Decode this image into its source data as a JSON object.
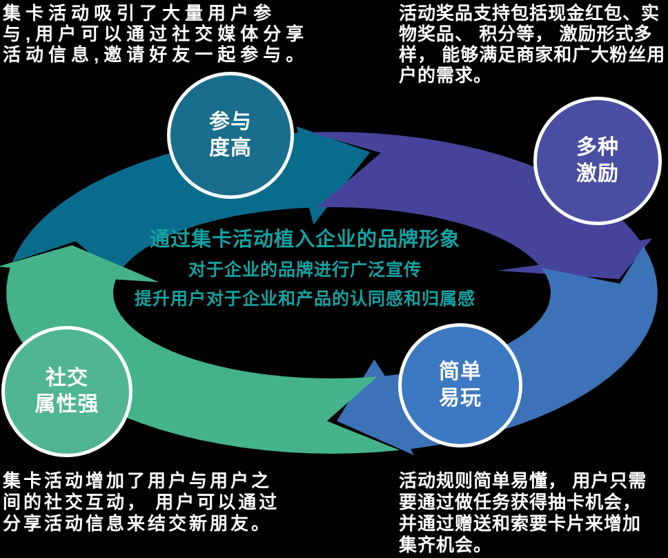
{
  "background_color": "#000000",
  "captions": {
    "top_left": "集卡活动吸引了大量用户参\n与,用户可以通过社交媒体分享\n活动信息,邀请好友一起参与。",
    "top_right": "活动奖品支持包括现金红包、实\n物奖品、 积分等， 激励形式多\n样， 能够满足商家和广大粉丝用\n户的需求。",
    "bottom_left": "集卡活动增加了用户与用户之\n间的社交互动， 用户可以通过\n分享活动信息来结交新朋友。",
    "bottom_right": "活动规则简单易懂， 用户只需\n要通过做任务获得抽卡机会，\n并通过赠送和索要卡片来增加\n集齐机会。"
  },
  "center": {
    "title": "通过集卡活动植入企业的品牌形象",
    "line2": "对于企业的品牌进行广泛宣传",
    "line3": "提升用户对于企业和产品的认同感和归属感",
    "text_color": "#14a2a2"
  },
  "cycle": {
    "direction": "clockwise",
    "segments": [
      {
        "id": "high-participation",
        "label": "参与\n度高",
        "arc_color": "#0a6c8d",
        "circle_color": "#186e8c"
      },
      {
        "id": "multiple-incentives",
        "label": "多种\n激励",
        "arc_color": "#45449a",
        "circle_color": "#4a4ea3"
      },
      {
        "id": "easy-to-play",
        "label": "简单\n易玩",
        "arc_color": "#3c72b8",
        "circle_color": "#3d79c2"
      },
      {
        "id": "strong-social",
        "label": "社交\n属性强",
        "arc_color": "#44b389",
        "circle_color": "#4fb593"
      }
    ]
  }
}
